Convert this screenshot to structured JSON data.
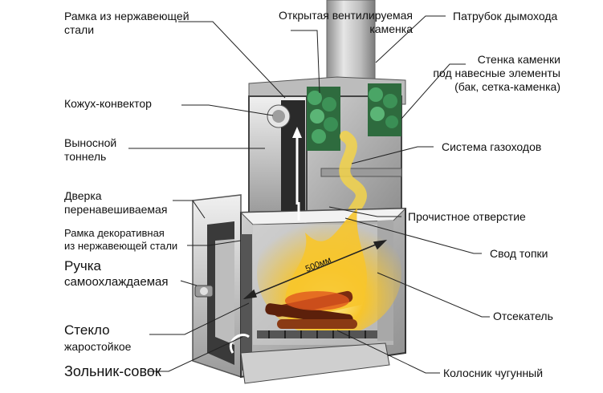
{
  "labels": {
    "frame_stainless": [
      "Рамка из нержавеющей",
      "стали"
    ],
    "open_heater": [
      "Открытая вентилируемая",
      "каменка"
    ],
    "chimney_pipe": [
      "Патрубок дымохода"
    ],
    "heater_wall": [
      "Стенка каменки",
      "под навесные элементы",
      "(бак, сетка-каменка)"
    ],
    "casing_convector": [
      "Кожух-конвектор"
    ],
    "remote_tunnel": [
      "Выносной",
      "тоннель"
    ],
    "gas_duct_system": [
      "Система газоходов"
    ],
    "door": [
      "Дверка",
      "перенавешиваемая"
    ],
    "strength_hole": [
      "Прочистное отверстие"
    ],
    "decor_frame": [
      "Рамка декоративная",
      "из нержавеющей стали"
    ],
    "firebox_vault": [
      "Свод топки"
    ],
    "handle": [
      "Ручка",
      "самоохлаждаемая"
    ],
    "deflector": [
      "Отсекатель"
    ],
    "glass": [
      "Стекло",
      "жаростойкое"
    ],
    "ash_scoop": [
      "Зольник-совок"
    ],
    "grate": [
      "Колосник чугунный"
    ],
    "dimension": "500мм"
  },
  "colors": {
    "steel_light": "#d9d9d9",
    "steel_dark": "#7a7a7a",
    "stones": "#3a8f55",
    "flame": "#f5d23a",
    "fire": "#e0581e"
  }
}
